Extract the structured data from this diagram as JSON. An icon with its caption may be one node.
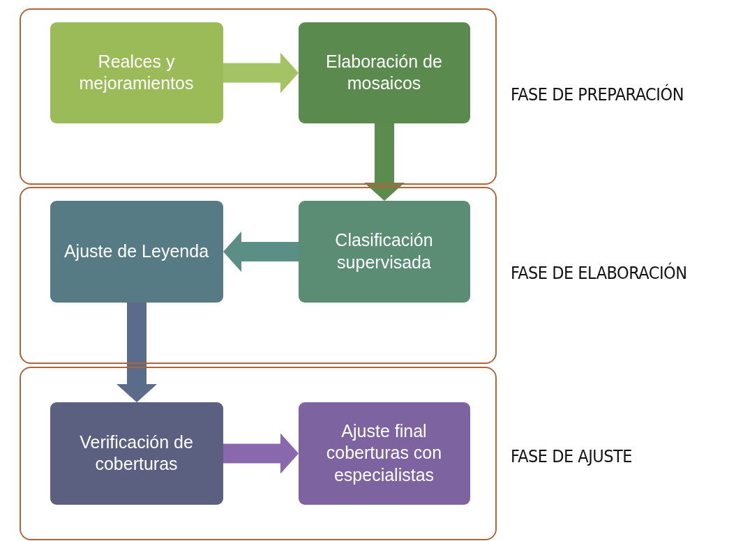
{
  "diagram": {
    "nodes": [
      {
        "text": [
          "FASE DE PREPARACIÓN"
        ]
      },
      {
        "text": [
          "Realces y mejoramientos"
        ],
        "in": 0
      },
      {
        "text": [
          "Elaboración de mosaicos"
        ],
        "in": 0
      },
      {
        "text": [
          "FASE DE ELABORACIÓN"
        ]
      },
      {
        "text": [
          "Ajuste de Leyenda"
        ],
        "in": 3
      },
      {
        "text": [
          "Clasificación supervisada"
        ],
        "in": 3
      },
      {
        "text": [
          "FASE DE AJUSTE"
        ]
      },
      {
        "text": [
          "Verificación de coberturas"
        ],
        "in": 6
      },
      {
        "text": [
          "Ajuste final coberturas con especialistas"
        ],
        "in": 6
      }
    ],
    "edges": [
      {
        "from": 1,
        "to": 2,
        "arrow": "to",
        "style": "thick",
        "color": "#a3c365"
      },
      {
        "from": 2,
        "to": 5,
        "arrow": "to",
        "style": "thick",
        "color": "#5b8c4e"
      },
      {
        "from": 5,
        "to": 4,
        "arrow": "to",
        "style": "thick",
        "color": "#5b8e84"
      },
      {
        "from": 4,
        "to": 7,
        "arrow": "to",
        "style": "thick",
        "color": "#5b6b8a"
      },
      {
        "from": 7,
        "to": 8,
        "arrow": "to",
        "style": "thick",
        "color": "#8a68ad"
      }
    ]
  }
}
